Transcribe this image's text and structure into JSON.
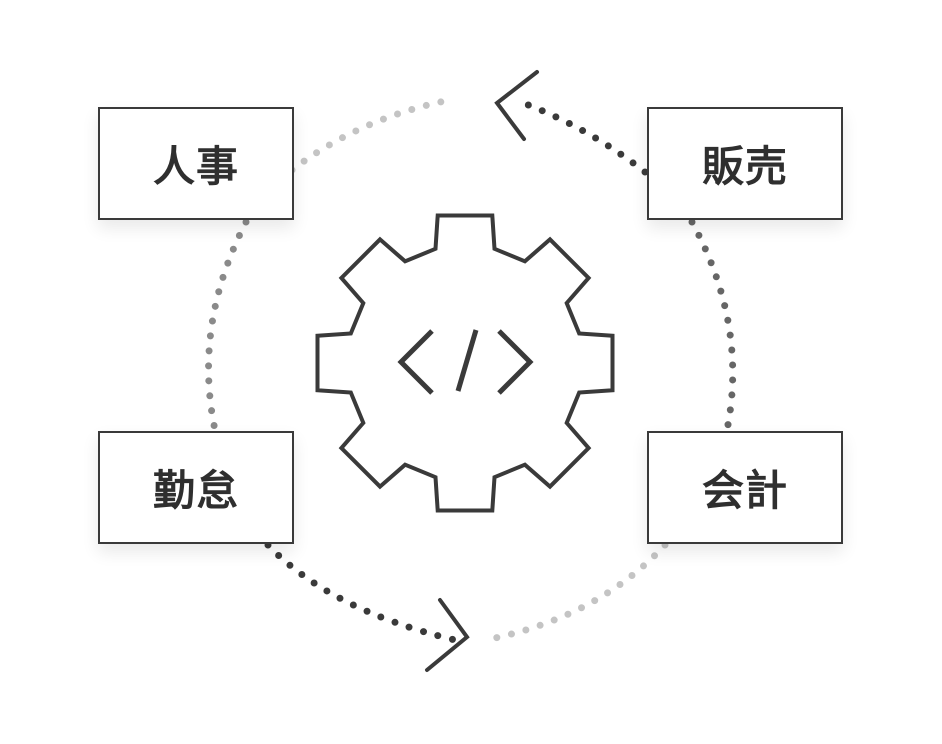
{
  "nodes": {
    "hr": "人事",
    "sales": "販売",
    "attendance": "勤怠",
    "accounting": "会計"
  },
  "center_icon": "gear-with-code-icon",
  "colors": {
    "box_border": "#3a3a3a",
    "text": "#2f2f2f",
    "dots_dark": "#3a3a3a",
    "dots_mid": "#8a8a8a",
    "dots_light": "#c4c4c4"
  }
}
